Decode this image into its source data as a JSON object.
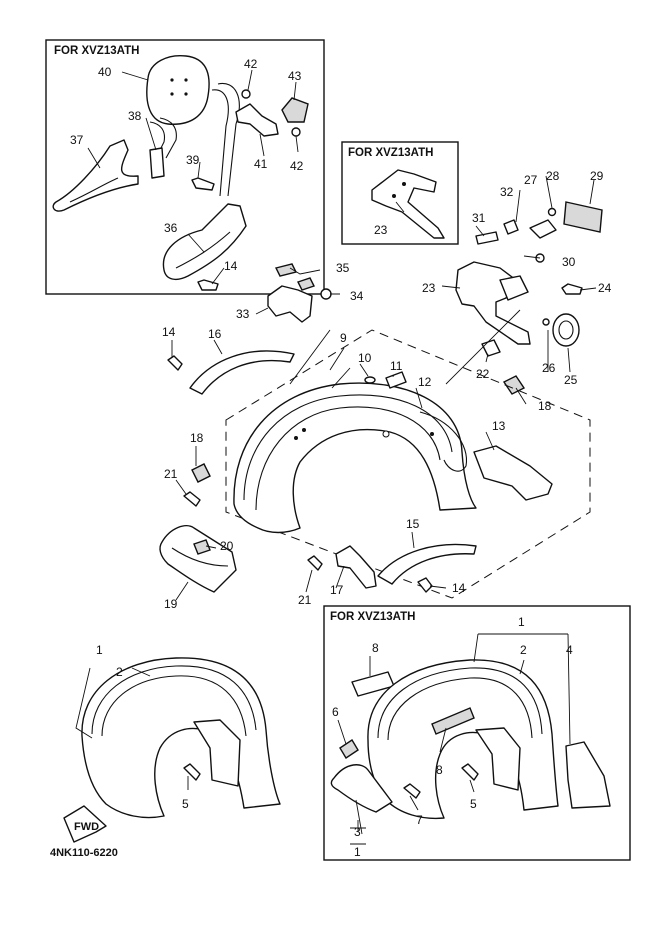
{
  "boxes": {
    "backrest": "FOR XVZ13ATH",
    "bracket": "FOR XVZ13ATH",
    "alt_fender": "FOR XVZ13ATH"
  },
  "diagram_code": "4NK110-6220",
  "fwd_label": "FWD",
  "callouts": [
    "40",
    "42",
    "43",
    "38",
    "37",
    "39",
    "41",
    "42",
    "36",
    "14",
    "35",
    "34",
    "33",
    "23",
    "32",
    "27",
    "28",
    "29",
    "31",
    "30",
    "23",
    "24",
    "14",
    "16",
    "9",
    "10",
    "11",
    "12",
    "26",
    "25",
    "22",
    "18",
    "18",
    "13",
    "21",
    "20",
    "19",
    "15",
    "17",
    "21",
    "14",
    "1",
    "2",
    "5",
    "8",
    "6",
    "8",
    "3",
    "1",
    "7",
    "5",
    "1",
    "2",
    "4"
  ]
}
